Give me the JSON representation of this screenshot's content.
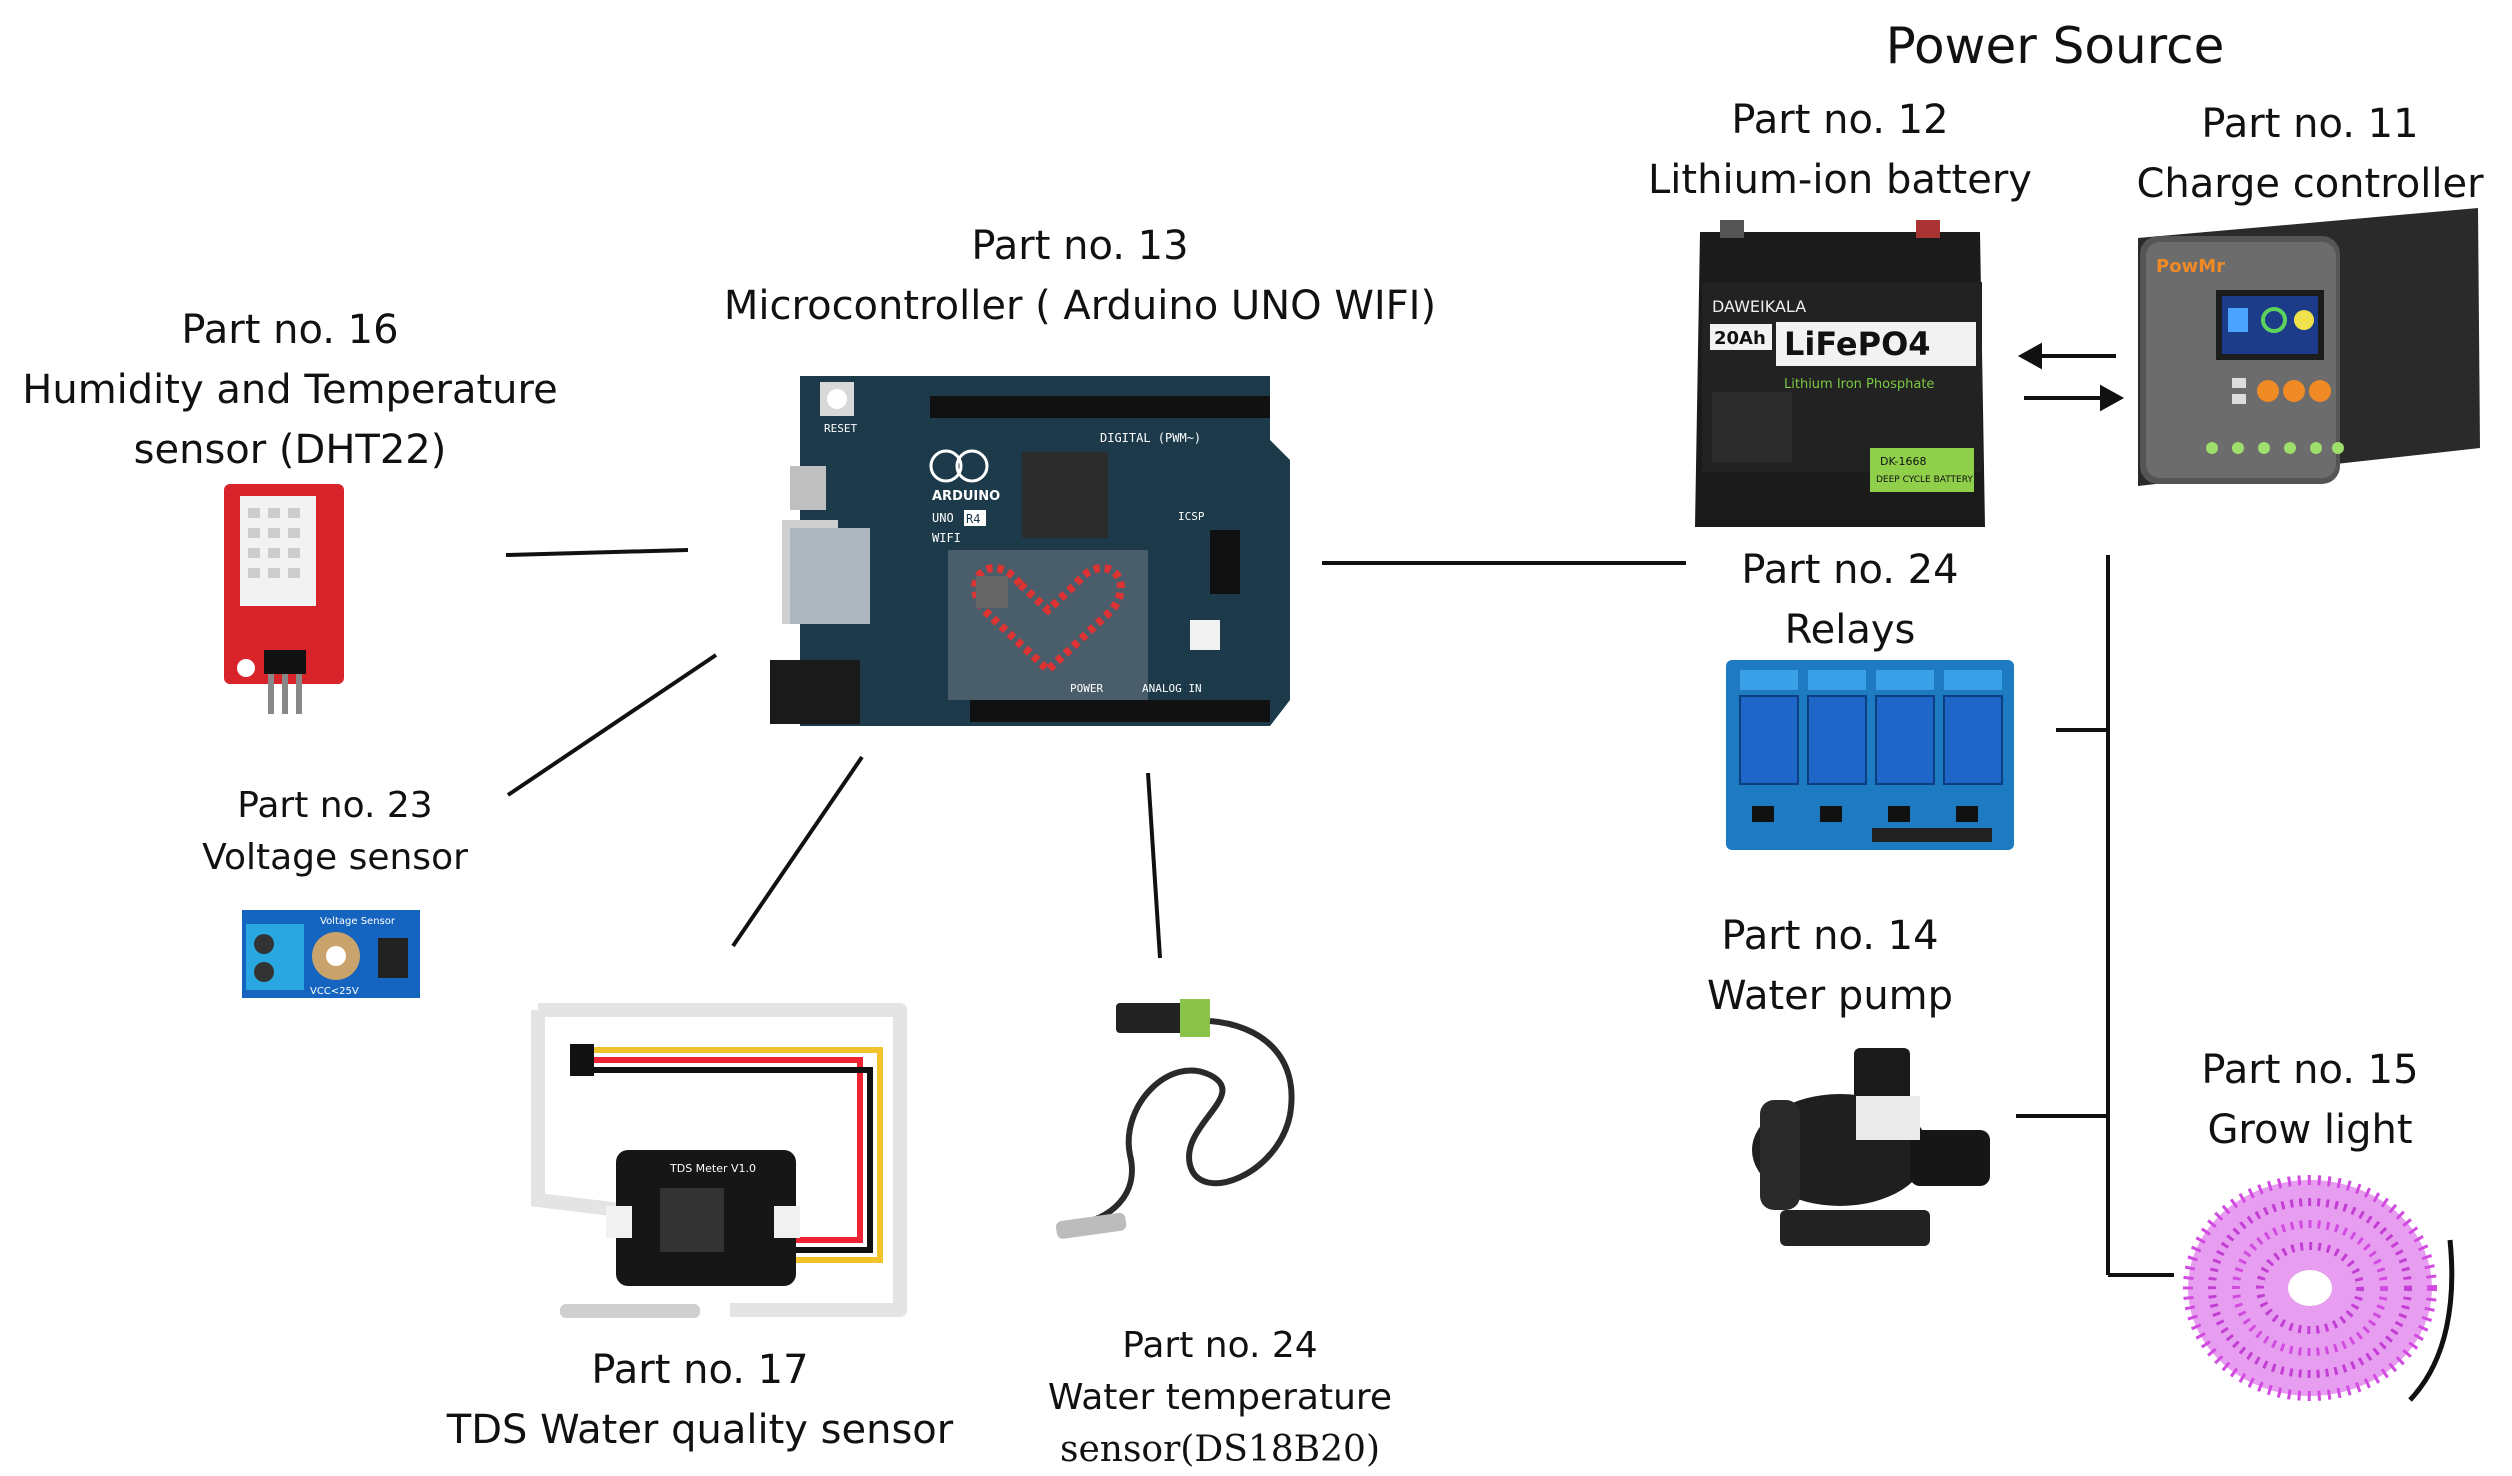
{
  "title": "Power Source",
  "parts": {
    "battery": {
      "part_no": "Part no. 12",
      "name": "Lithium-ion battery",
      "brand": "DAWEIKALA",
      "capacity": "20Ah",
      "chem": "LiFePO4",
      "chem_sub": "Lithium Iron Phosphate",
      "series": "DK-1668",
      "type": "DEEP CYCLE BATTERY"
    },
    "charger": {
      "part_no": "Part no. 11",
      "name": "Charge controller",
      "brand": "PowMr"
    },
    "mcu": {
      "part_no": "Part no. 13",
      "name": "Microcontroller ( Arduino UNO WIFI)",
      "board_brand": "ARDUINO",
      "board_model": "UNO",
      "board_rev": "R4",
      "board_variant": "WIFI",
      "hdr_digital": "DIGITAL (PWM~)",
      "hdr_power": "POWER",
      "hdr_analog": "ANALOG IN",
      "reset": "RESET",
      "icsp": "ICSP"
    },
    "dht": {
      "part_no": "Part no. 16",
      "name1": "Humidity and Temperature",
      "name2": "sensor (DHT22)"
    },
    "voltage": {
      "part_no": "Part no. 23",
      "name": "Voltage sensor",
      "board_text": "Voltage Sensor",
      "vcc": "VCC<25V"
    },
    "tds": {
      "part_no": "Part no. 17",
      "name": "TDS Water quality sensor",
      "board_text": "TDS Meter V1.0"
    },
    "water_temp": {
      "part_no": "Part no. 24",
      "name1": "Water temperature",
      "name2": "sensor(DS18B20)"
    },
    "relays": {
      "part_no": "Part no. 24",
      "name": "Relays"
    },
    "pump": {
      "part_no": "Part no. 14",
      "name": "Water pump"
    },
    "grow": {
      "part_no": "Part no. 15",
      "name": "Grow light"
    }
  },
  "colors": {
    "line": "#111111",
    "arduino": "#1d3a4a",
    "dht": "#d8232a",
    "relay": "#1f7bc1",
    "voltage": "#1565c0",
    "grow": "#d24be0"
  }
}
